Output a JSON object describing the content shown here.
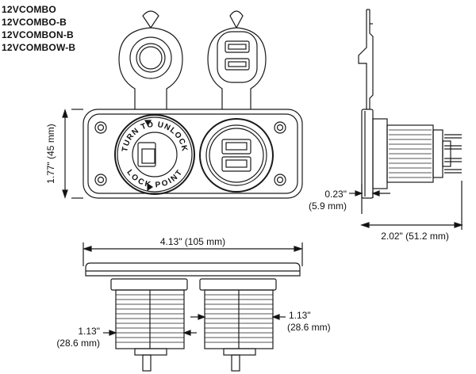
{
  "models": [
    "12VCOMBO",
    "12VCOMBO-B",
    "12VCOMBON-B",
    "12VCOMBOW-B"
  ],
  "dimensions": {
    "height": "1.77\" (45 mm)",
    "width": "4.13\" (105 mm)",
    "depth": "2.02\" (51.2 mm)",
    "flange_in": "0.23\"",
    "flange_mm": "(5.9 mm)",
    "hole_left_in": "1.13\"",
    "hole_left_mm": "(28.6 mm)",
    "hole_right_in": "1.13\"",
    "hole_right_mm": "(28.6 mm)"
  },
  "socket_labels": {
    "turn": "TURN TO UNLOCK",
    "lock": "LOCK POINT"
  },
  "colors": {
    "line": "#1a1a1a",
    "background": "#ffffff"
  }
}
